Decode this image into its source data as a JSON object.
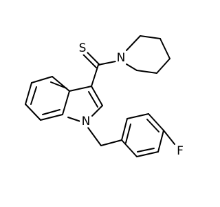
{
  "molecule": {
    "atoms": {
      "sulfur": "S",
      "piperidine_nitrogen": "N",
      "indole_nitrogen": "N",
      "fluorine": "F"
    },
    "colors": {
      "sulfur": "#b8a400",
      "nitrogen": "#0000ff",
      "fluorine": "#33cc33",
      "bond": "#000000",
      "background": "#ffffff"
    }
  }
}
